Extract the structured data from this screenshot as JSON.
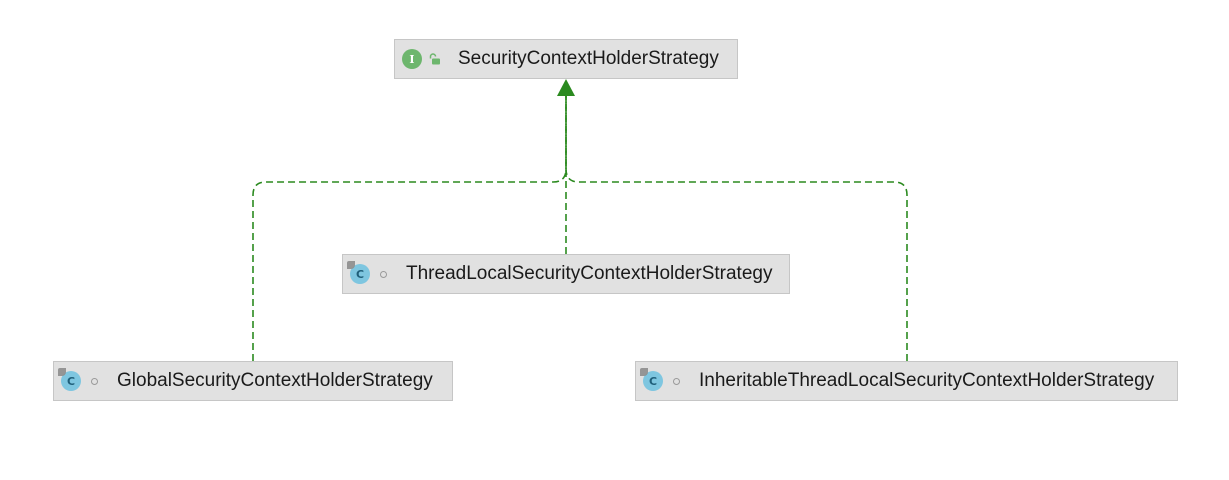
{
  "diagram": {
    "colors": {
      "edge": "#2b8a1f",
      "node_bg": "#e1e1e1",
      "node_border": "#c6c6c6"
    },
    "nodes": [
      {
        "id": "iface",
        "kind": "interface",
        "kind_icon": "interface-icon",
        "kind_letter": "I",
        "visibility_icon": "public-lock-icon",
        "name": "SecurityContextHolderStrategy"
      },
      {
        "id": "threadlocal",
        "kind": "class",
        "kind_icon": "class-icon",
        "kind_letter": "C",
        "visibility_icon": "package-private-icon",
        "name": "ThreadLocalSecurityContextHolderStrategy"
      },
      {
        "id": "global",
        "kind": "class",
        "kind_icon": "class-icon",
        "kind_letter": "C",
        "visibility_icon": "package-private-icon",
        "name": "GlobalSecurityContextHolderStrategy"
      },
      {
        "id": "inheritable",
        "kind": "class",
        "kind_icon": "class-icon",
        "kind_letter": "C",
        "visibility_icon": "package-private-icon",
        "name": "InheritableThreadLocalSecurityContextHolderStrategy"
      }
    ],
    "edges": [
      {
        "from": "global",
        "to": "iface",
        "type": "implements"
      },
      {
        "from": "threadlocal",
        "to": "iface",
        "type": "implements"
      },
      {
        "from": "inheritable",
        "to": "iface",
        "type": "implements"
      }
    ]
  }
}
